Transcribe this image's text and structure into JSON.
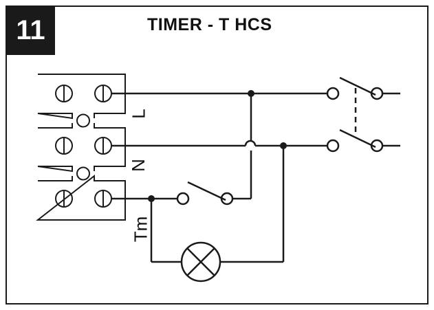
{
  "badge": {
    "number": "11"
  },
  "title": "TIMER - T HCS",
  "labels": {
    "line": "L",
    "neutral": "N",
    "timer": "Tm"
  },
  "colors": {
    "ink": "#1a1a1a",
    "paper": "#ffffff"
  }
}
